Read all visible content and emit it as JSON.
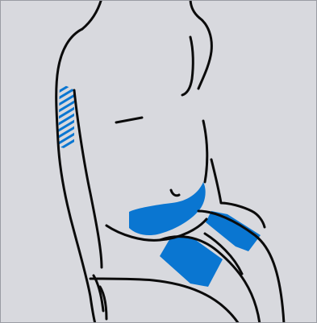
{
  "illustration": {
    "subject": "seated-torso-injection-sites",
    "colors": {
      "background": "#d8d9de",
      "outline": "#0b0b0b",
      "site_fill": "#0a76d1",
      "frame_border": "#9a9ca3"
    },
    "sites": [
      {
        "name": "upper-arm-back",
        "style": "hatched"
      },
      {
        "name": "abdomen",
        "style": "solid"
      },
      {
        "name": "thigh-left",
        "style": "solid"
      },
      {
        "name": "thigh-right",
        "style": "solid"
      }
    ]
  }
}
